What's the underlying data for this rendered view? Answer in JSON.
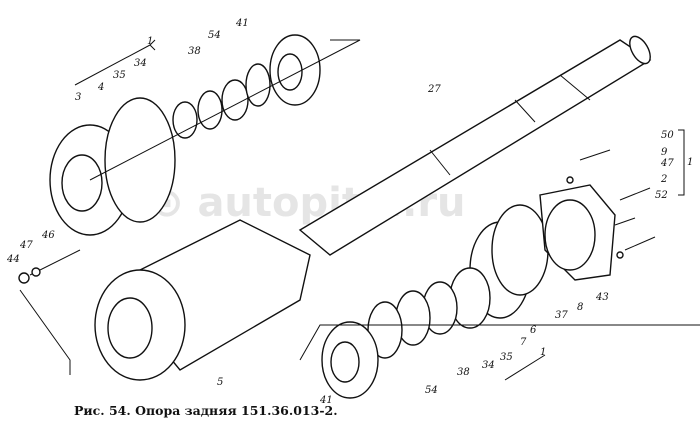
{
  "caption": "Рис. 54. Опора задняя 151.36.013-2.",
  "watermark": "autopiter.ru",
  "labels": {
    "top_group": "1",
    "top_41": "41",
    "top_54": "54",
    "top_38": "38",
    "top_34": "34",
    "top_35": "35",
    "l3": "3",
    "l4": "4",
    "l27": "27",
    "l50": "50",
    "l9": "9",
    "r47": "47",
    "l2": "2",
    "l52": "52",
    "right_group": "1",
    "l6": "6",
    "l7": "7",
    "l37": "37",
    "l8": "8",
    "l43": "43",
    "l5": "5",
    "l44": "44",
    "left_47": "47",
    "l46": "46",
    "bot_41": "41",
    "bot_54": "54",
    "bot_38": "38",
    "bot_34": "34",
    "bot_35": "35",
    "bottom_group": "1"
  }
}
